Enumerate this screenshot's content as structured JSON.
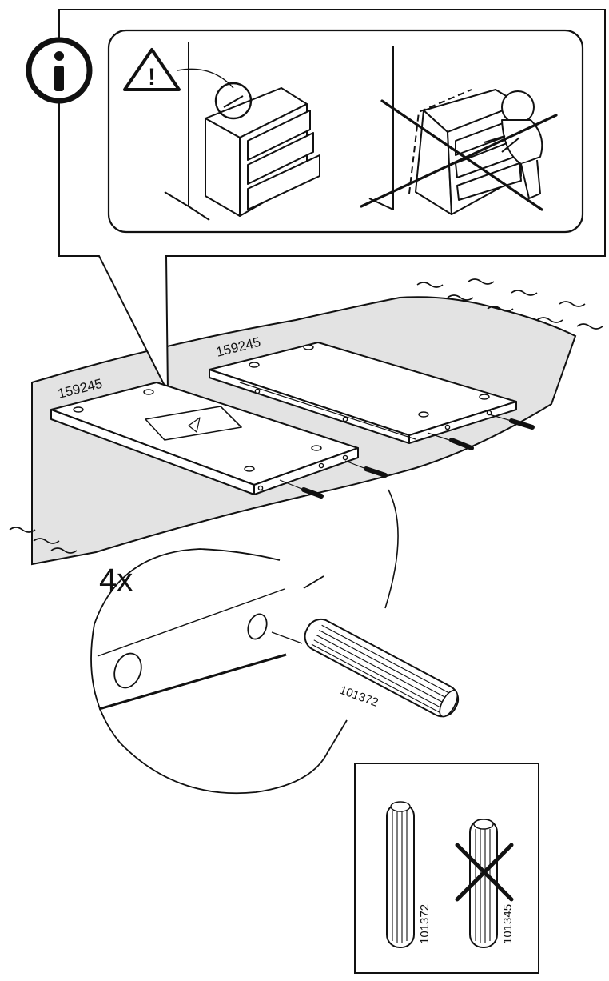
{
  "colors": {
    "ink": "#111111",
    "floor": "#e3e3e3",
    "white": "#ffffff"
  },
  "icons": {
    "info": "info-icon",
    "warning": "warning-triangle-icon",
    "cross": "cross-out-icon"
  },
  "info_panel": {
    "warning_symbol": "!"
  },
  "boards": {
    "left_part_number": "159245",
    "right_part_number": "159245"
  },
  "detail": {
    "quantity": "4x",
    "dowel_part_number": "101372"
  },
  "dowel_compare": {
    "correct_part_number": "101372",
    "wrong_part_number": "101345"
  }
}
